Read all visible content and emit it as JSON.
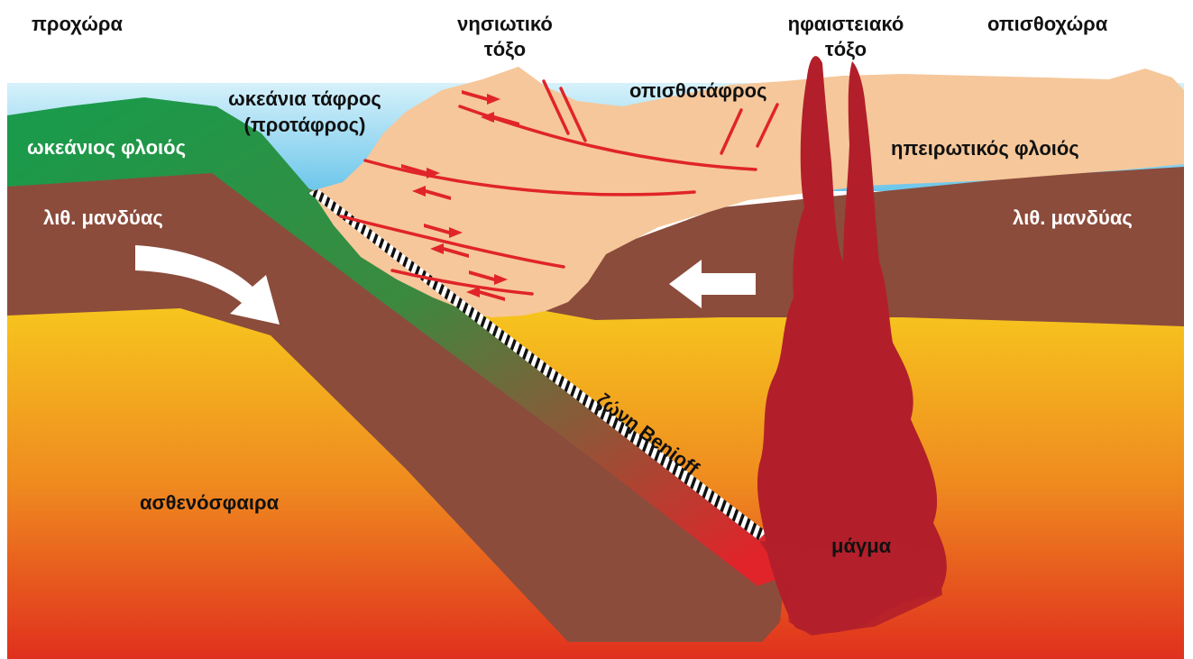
{
  "labels": {
    "foreland": "προχώρα",
    "island_arc_line1": "νησιωτικό",
    "island_arc_line2": "τόξο",
    "volcanic_arc_line1": "ηφαιστειακό",
    "volcanic_arc_line2": "τόξο",
    "backland": "οπισθοχώρα",
    "oceanic_trench_line1": "ωκεάνια τάφρος",
    "oceanic_trench_line2": "(προτάφρος)",
    "back_trench": "οπισθοτάφρος",
    "oceanic_crust": "ωκεάνιος φλοιός",
    "continental_crust": "ηπειρωτικός φλοιός",
    "lith_mantle_left": "λιθ. μανδύας",
    "lith_mantle_right": "λιθ. μανδύας",
    "benioff_zone": "ζώνη Benioff",
    "asthenosphere": "ασθενόσφαιρα",
    "magma": "μάγμα"
  },
  "colors": {
    "sea": "#8fd3ee",
    "oceanic_crust": "#1a9a4a",
    "lithospheric_mantle": "#8b4c3c",
    "continental_crust": "#f6c79a",
    "asthenosphere_top": "#f8d21e",
    "asthenosphere_bottom": "#e0301e",
    "magma": "#b21f2a",
    "faults": "#e0242a",
    "arrows": "#ffffff"
  }
}
